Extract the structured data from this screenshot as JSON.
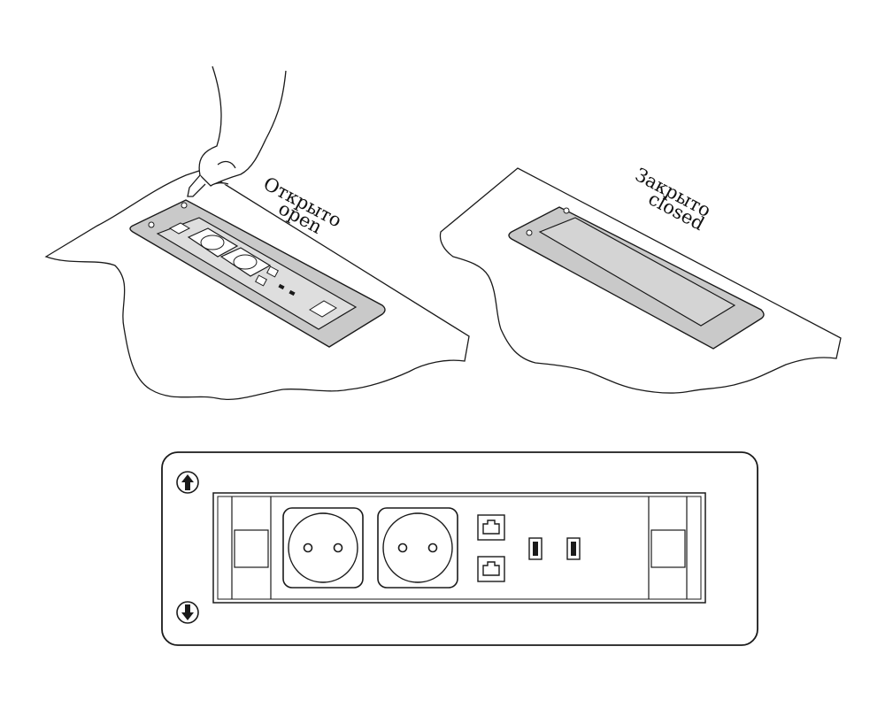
{
  "open_label_ru": "Открыто",
  "open_label_en": "open",
  "closed_label_ru": "Закрыто",
  "closed_label_en": "closed",
  "colors": {
    "line": "#1a1a1a",
    "panel": "#c9c9c9",
    "outline_only": "#ffffff"
  },
  "icons": [
    "hand-icon",
    "up-arrow-icon",
    "down-arrow-icon",
    "schuko-socket-icon",
    "rj45-port-icon",
    "usb-port-icon",
    "screw-icon"
  ]
}
